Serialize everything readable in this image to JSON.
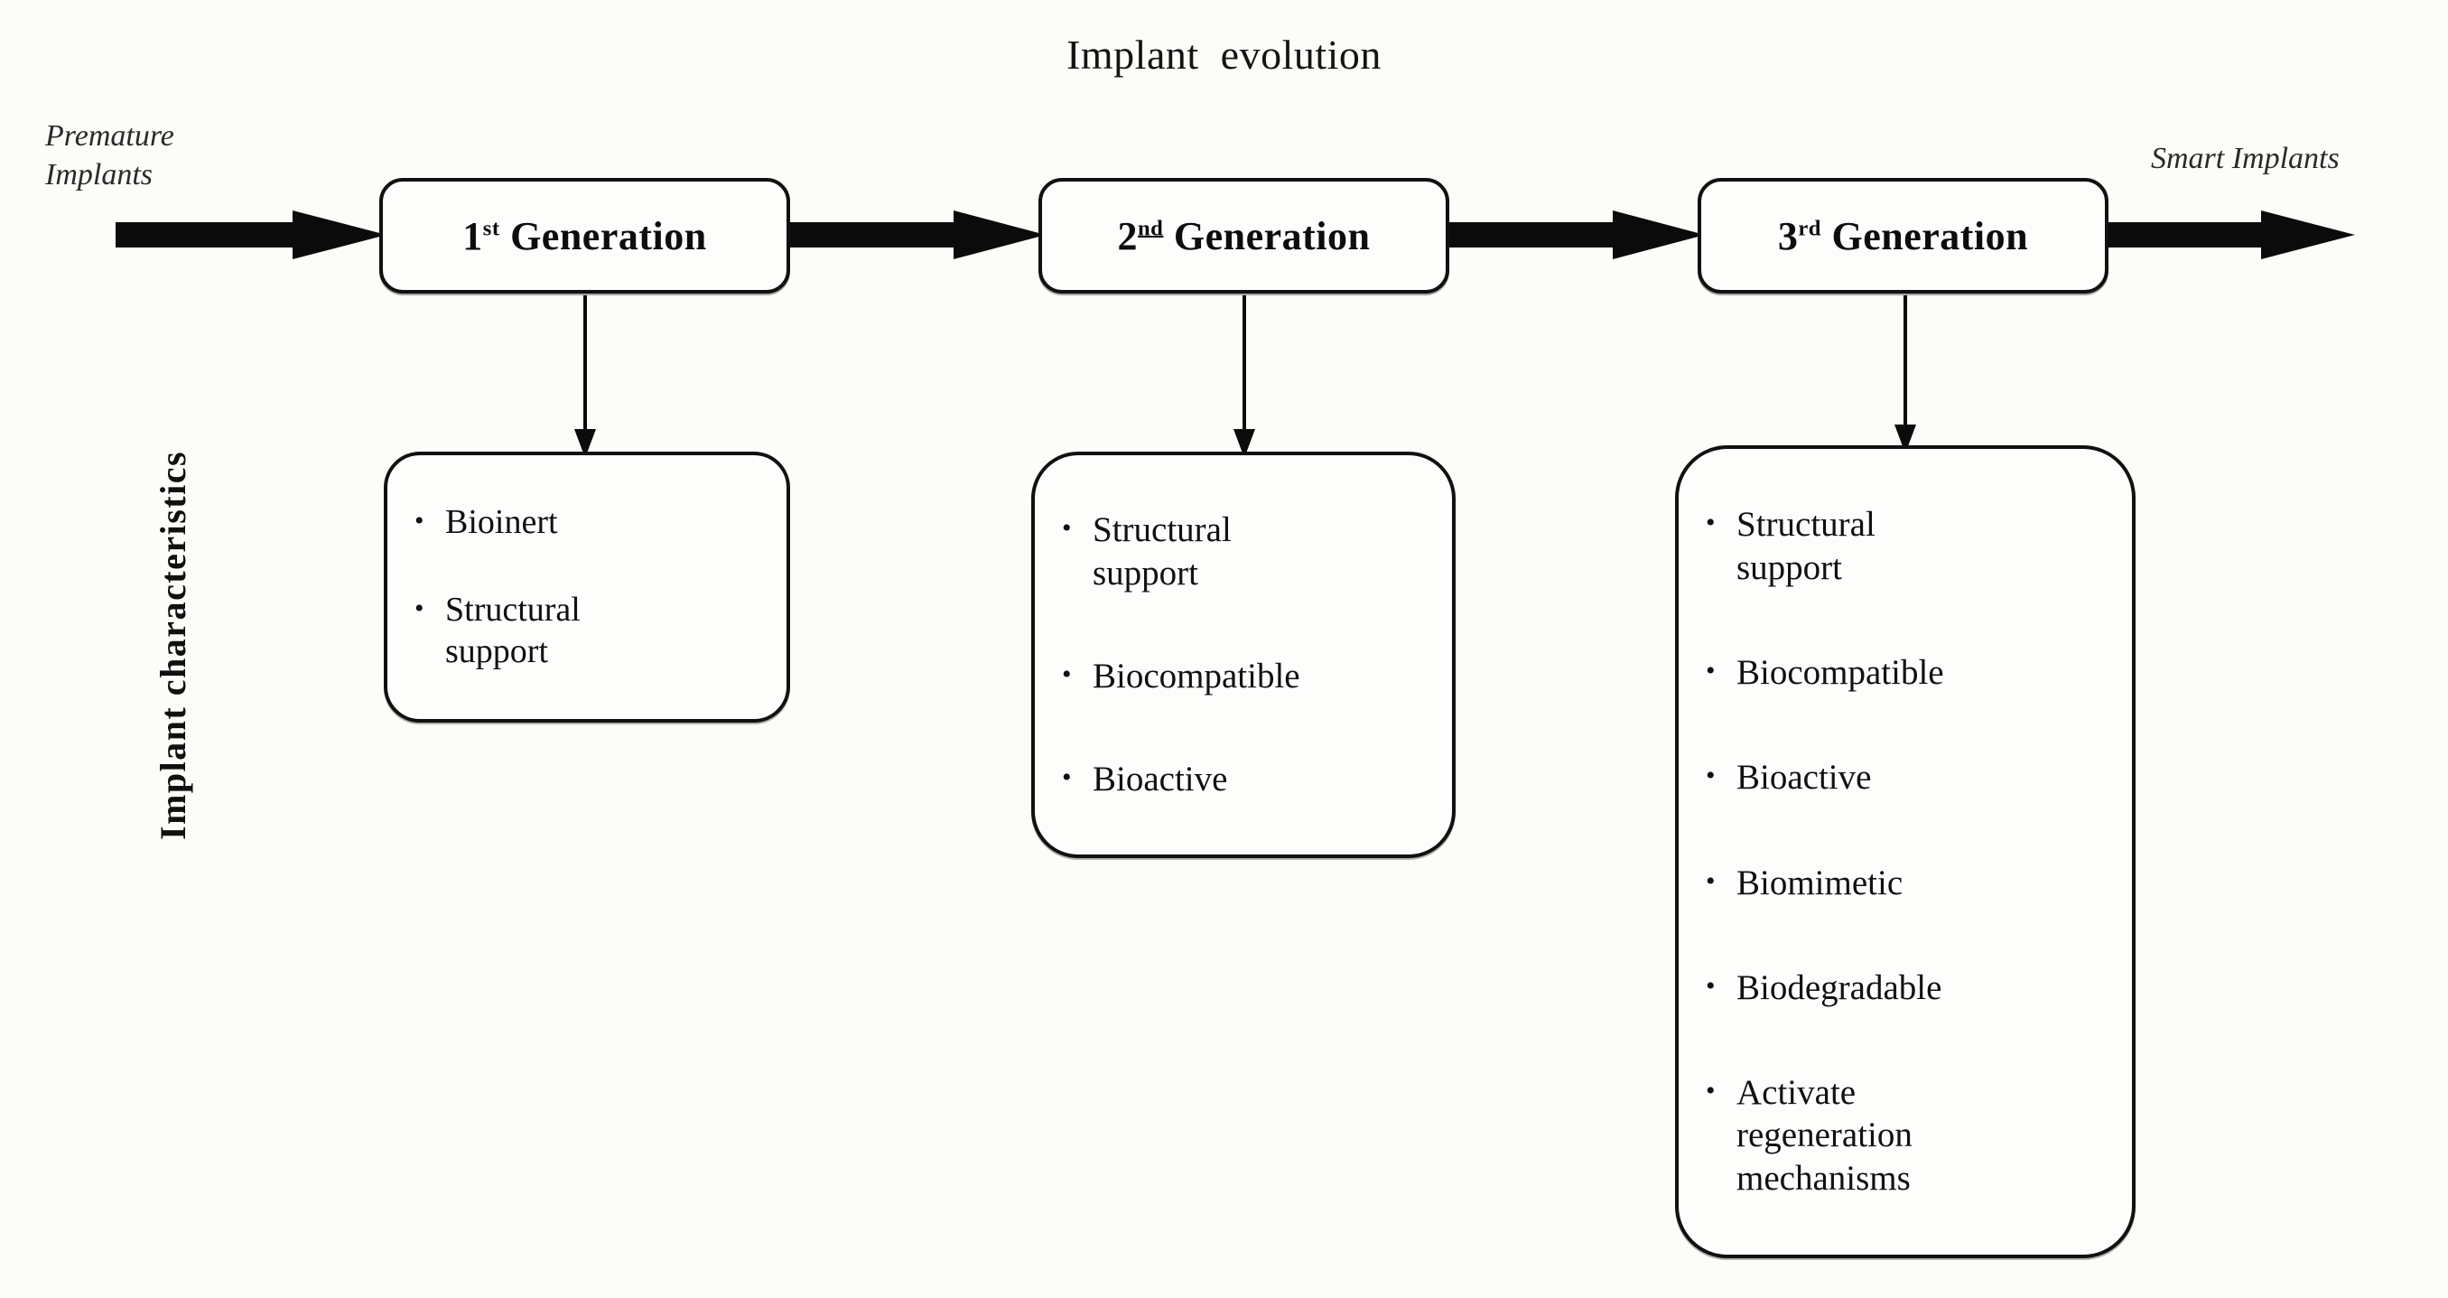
{
  "diagram": {
    "title": "Implant  evolution",
    "left_caption": "Premature\nImplants",
    "right_caption": "Smart Implants",
    "vertical_axis_label": "Implant  characteristics"
  },
  "generations": [
    {
      "prefix": "1",
      "ordinal": "st",
      "ordinal_underlined": false,
      "suffix": " Generation"
    },
    {
      "prefix": "2",
      "ordinal": "nd",
      "ordinal_underlined": true,
      "suffix": " Generation"
    },
    {
      "prefix": "3",
      "ordinal": "rd",
      "ordinal_underlined": false,
      "suffix": " Generation"
    }
  ],
  "characteristics": [
    {
      "generation": "1st Generation",
      "items": [
        "Bioinert",
        "Structural\nsupport"
      ]
    },
    {
      "generation": "2nd Generation",
      "items": [
        "Structural\nsupport",
        "Biocompatible",
        "Bioactive"
      ]
    },
    {
      "generation": "3rd Generation",
      "items": [
        "Structural\nsupport",
        "Biocompatible",
        "Bioactive",
        "Biomimetic",
        "Biodegradable",
        "Activate\nregeneration\nmechanisms"
      ]
    }
  ],
  "bullet_glyph": "•",
  "colors": {
    "background": "#fcfcf9",
    "stroke": "#111111",
    "text": "#111111",
    "box_fill": "#fdfdfb"
  }
}
